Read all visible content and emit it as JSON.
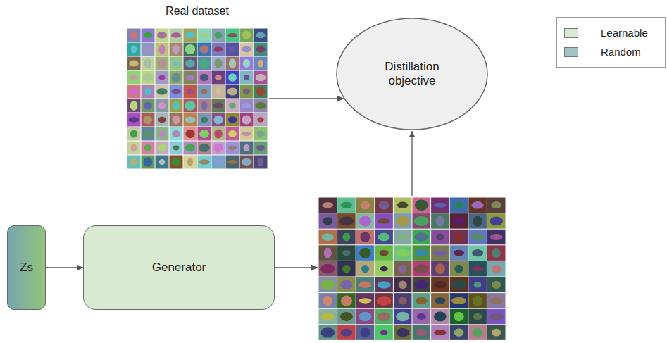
{
  "diagram": {
    "nodes": [
      {
        "text": [
          "Real dataset"
        ]
      },
      {
        "text": [
          "Distillation objective"
        ]
      },
      {
        "text": [
          "Zs"
        ]
      },
      {
        "text": [
          "Generator"
        ]
      }
    ],
    "edges": [
      {
        "from": 0,
        "to": 1,
        "arrow": "to"
      },
      {
        "from": 2,
        "to": 3,
        "arrow": "to"
      }
    ],
    "legend": [
      {
        "text": "Learnable",
        "color": "#d9ead3"
      },
      {
        "text": "Random",
        "color": "#a2c4c9"
      }
    ]
  }
}
